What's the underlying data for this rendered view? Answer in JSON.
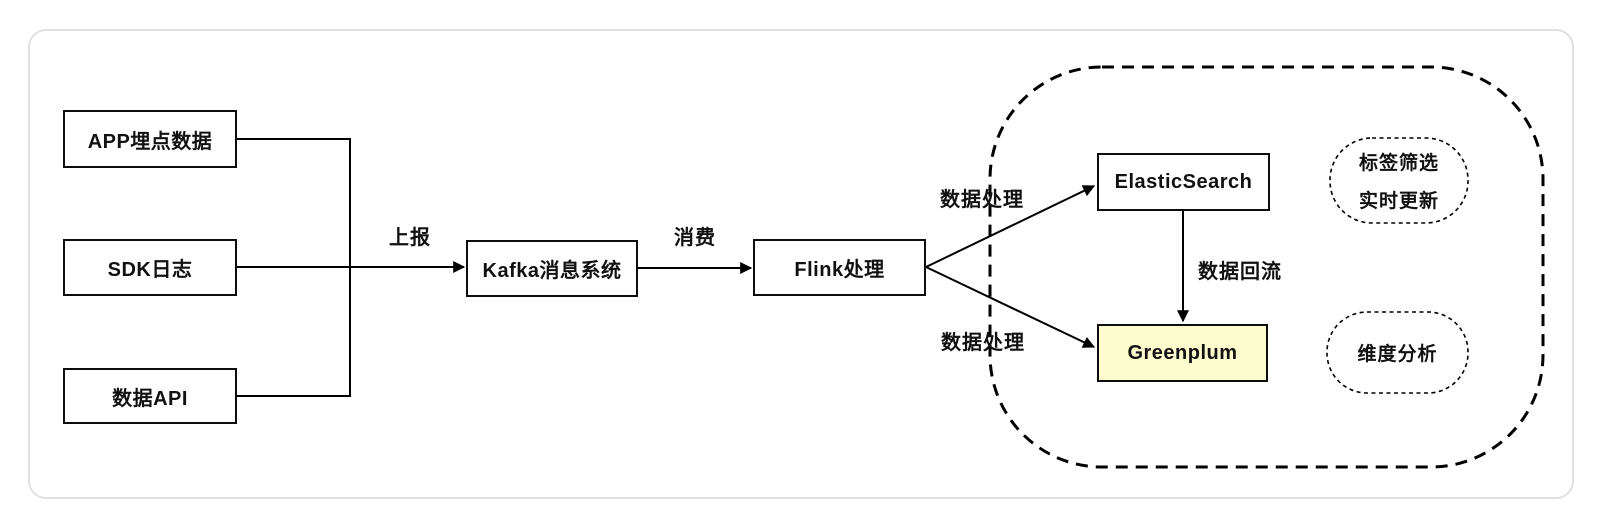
{
  "nodes": {
    "app": "APP埋点数据",
    "sdk": "SDK日志",
    "api": "数据API",
    "kafka": "Kafka消息系统",
    "flink": "Flink处理",
    "elasticsearch": "ElasticSearch",
    "greenplum": "Greenplum"
  },
  "edge_labels": {
    "report": "上报",
    "consume": "消费",
    "process_top": "数据处理",
    "process_bottom": "数据处理",
    "backflow": "数据回流"
  },
  "groups": {
    "tag_filter_line1": "标签筛选",
    "tag_filter_line2": "实时更新",
    "dimension_analysis": "维度分析"
  },
  "colors": {
    "greenplum_fill": "#fcfcce",
    "node_border": "#0d0d0d",
    "edge_stroke": "#000000",
    "card_border": "#e0e0e0",
    "background": "#ffffff"
  }
}
